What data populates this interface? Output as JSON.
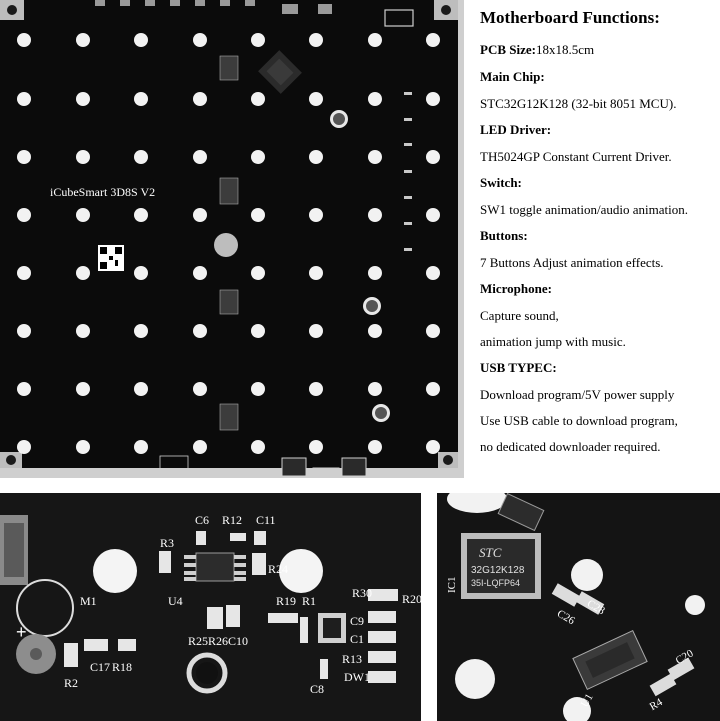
{
  "board": {
    "silkscreen_name": "iCubeSmart 3D8S V2"
  },
  "specs": {
    "title": "Motherboard Functions:",
    "items": [
      {
        "label": "PCB Size:",
        "value": "18x18.5cm"
      },
      {
        "label": "Main Chip:",
        "lines": [
          "STC32G12K128 (32-bit 8051 MCU)."
        ]
      },
      {
        "label": "LED Driver:",
        "lines": [
          "TH5024GP Constant Current Driver."
        ]
      },
      {
        "label": "Switch:",
        "lines": [
          "SW1 toggle animation/audio animation."
        ]
      },
      {
        "label": "Buttons:",
        "lines": [
          "7 Buttons Adjust animation effects."
        ]
      },
      {
        "label": "Microphone:",
        "lines": [
          "Capture sound,",
          "animation jump with music."
        ]
      },
      {
        "label": "USB TYPEC:",
        "lines": [
          "Download program/5V power supply",
          "Use USB cable to download program,",
          "no dedicated downloader required."
        ]
      }
    ]
  },
  "closeup_left": {
    "labels": [
      "C6",
      "R12",
      "C11",
      "R3",
      "R24",
      "M1",
      "U4",
      "R19",
      "R1",
      "R30",
      "R20",
      "C9",
      "C1",
      "R25",
      "R26",
      "C10",
      "R13",
      "C17",
      "R18",
      "R2",
      "C8",
      "DW1"
    ]
  },
  "closeup_right": {
    "chip_brand": "STC",
    "chip_model": "32G12K128",
    "chip_package": "35I-LQFP64",
    "labels": [
      "IC1",
      "C26",
      "C28",
      "U1",
      "C20",
      "R4"
    ]
  }
}
